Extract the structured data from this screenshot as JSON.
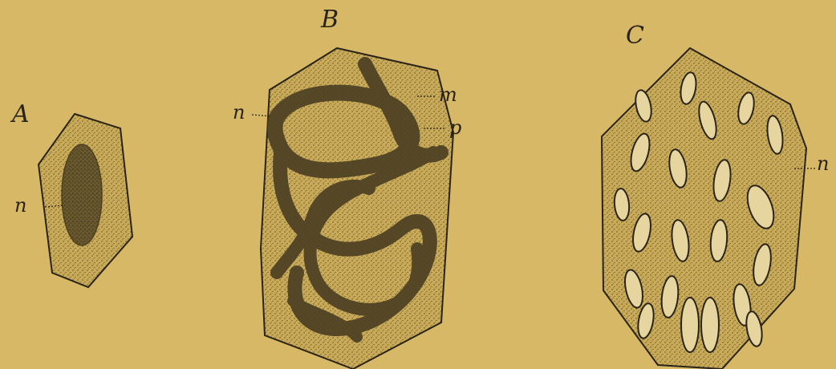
{
  "panels": [
    {
      "id": "A",
      "label": "A",
      "parts": {
        "nucleus": "n"
      }
    },
    {
      "id": "B",
      "label": "B",
      "parts": {
        "nucleus": "n",
        "m": "m",
        "p": "p"
      }
    },
    {
      "id": "C",
      "label": "C",
      "parts": {
        "nucleus": "n"
      }
    }
  ],
  "colors": {
    "background": "#d6b867",
    "cell_fill": "#c8aa55",
    "ink": "#2a2418",
    "dark_region": "#4a3e22",
    "mid_region": "#7a6835",
    "light_spot": "#e7d59f"
  }
}
